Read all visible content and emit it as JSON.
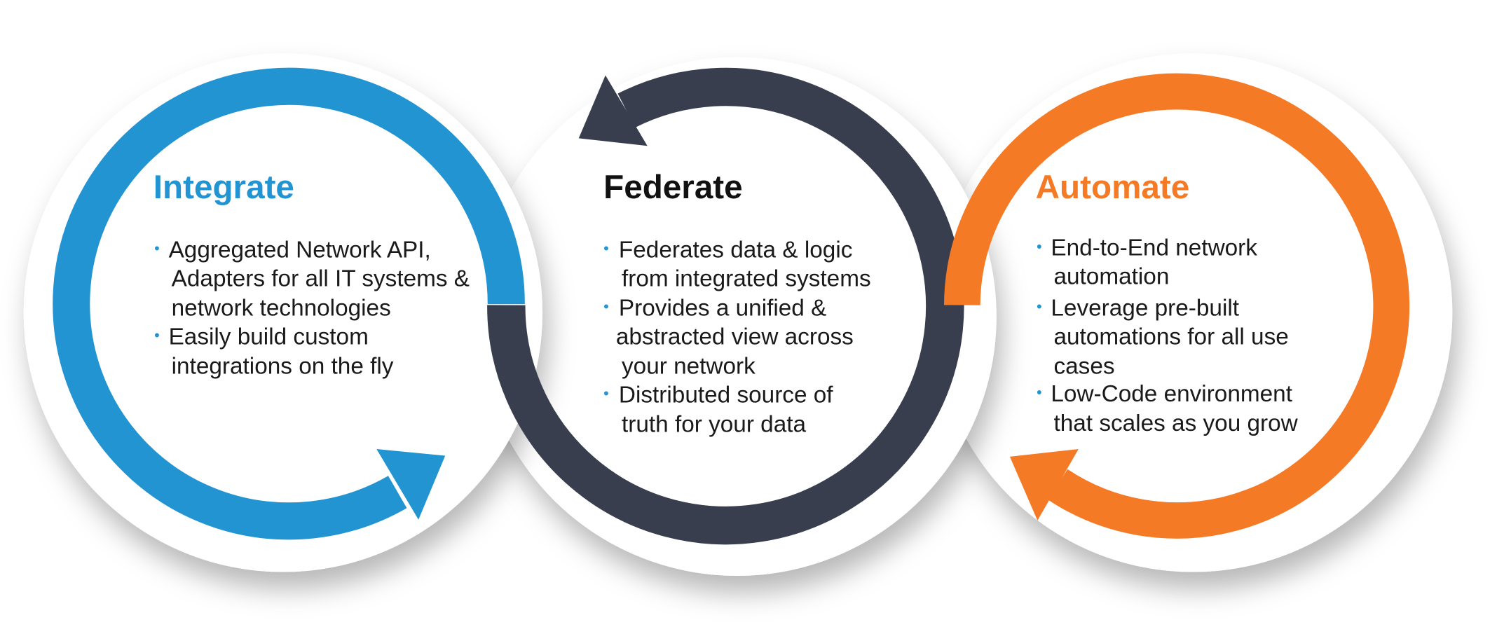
{
  "colors": {
    "integrate": "#2394d2",
    "federate": "#393e4e",
    "automate": "#f47a26"
  },
  "panels": [
    {
      "title": "Integrate",
      "bullets": [
        {
          "lines": [
            "Aggregated Network API,",
            "Adapters for all IT systems &",
            "network technologies"
          ]
        },
        {
          "lines": [
            "Easily build custom",
            "integrations on the fly"
          ]
        }
      ]
    },
    {
      "title": "Federate",
      "bullets": [
        {
          "lines": [
            "Federates data & logic",
            "from integrated systems"
          ]
        },
        {
          "lines": [
            "Provides a unified &",
            "abstracted view across",
            "your network"
          ]
        },
        {
          "lines": [
            "Distributed source of",
            "truth for your data"
          ]
        }
      ]
    },
    {
      "title": "Automate",
      "bullets": [
        {
          "lines": [
            "End-to-End network",
            "automation"
          ]
        },
        {
          "lines": [
            "Leverage pre-built",
            "automations for all use",
            "cases"
          ]
        },
        {
          "lines": [
            "Low-Code environment",
            "that scales as you grow"
          ]
        }
      ]
    }
  ]
}
